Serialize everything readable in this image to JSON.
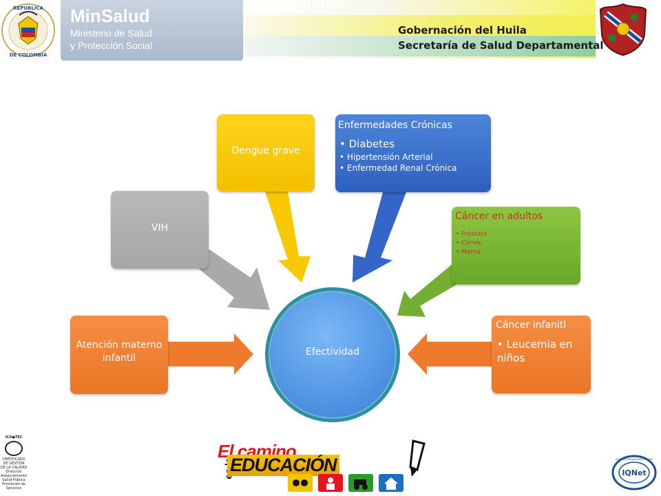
{
  "header": {
    "faded_title": "calidad",
    "minsalud_title": "MinSalud",
    "minsalud_line1": "Ministerio de Salud",
    "minsalud_line2": "y Protección Social",
    "seal_text_top": "REPÚBLICA",
    "seal_text_bottom": "DE COLOMBIA",
    "gobernacion": "Gobernación del Huila",
    "secretaria": "Secretaría de Salud Departamental"
  },
  "diagram": {
    "center": "Efectividad",
    "vih": "VIH",
    "dengue": "Dengue grave",
    "cronicas": {
      "title": "Enfermedades Crónicas",
      "items": [
        "Diabetes",
        "Hipertensión Arterial",
        "Enfermedad Renal Crónica"
      ]
    },
    "cancer_adultos": {
      "title": "Cáncer en adultos",
      "items": [
        "Próstata",
        "Cérvix",
        "Mama"
      ]
    },
    "materno": "Atención materno infantil",
    "cancer_infantil": {
      "title": "Cáncer infanitl",
      "items": [
        "Leucemia en niños"
      ]
    }
  },
  "footer": {
    "slogan_top": "El camino",
    "slogan_side": "es la",
    "slogan_main": "EDUCACIÓN",
    "cert_lines": [
      "ICO●TEC",
      "CERTIFICADO",
      "DE GESTIÓN",
      "DE LA CALIDAD",
      "Dirección",
      "Aseguramiento",
      "Salud Pública",
      "Prestación de",
      "Servicios"
    ],
    "iqnet_label": "IQNet",
    "iqnet_ring": "CERTIFIED MANAGEMENT SYSTEM"
  },
  "colors": {
    "vih": "#a6a6a6",
    "dengue": "#f4c000",
    "cronicas": "#2e60c0",
    "cancer_adultos": "#6aa628",
    "orange": "#ea7526",
    "circle": "#4a8fe0",
    "cancer_red_text": "#c0392b"
  }
}
